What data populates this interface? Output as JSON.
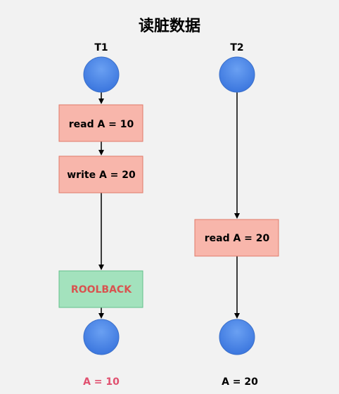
{
  "title": "读脏数据",
  "colors": {
    "background": "#f2f2f2",
    "node_fill": "#4a86e8",
    "op_fill": "#f8b6ab",
    "op_stroke": "#e07a6a",
    "rollback_fill": "#9fe0b8",
    "rollback_stroke": "#63c08b",
    "rollback_text": "#d9534f",
    "result_left": "#e0506f",
    "result_right": "#000000",
    "arrow": "#000000"
  },
  "t1": {
    "label": "T1",
    "op1": "read A = 10",
    "op2": "write A = 20",
    "rollback": "ROOLBACK",
    "result": "A = 10"
  },
  "t2": {
    "label": "T2",
    "op1": "read A = 20",
    "result": "A = 20"
  }
}
